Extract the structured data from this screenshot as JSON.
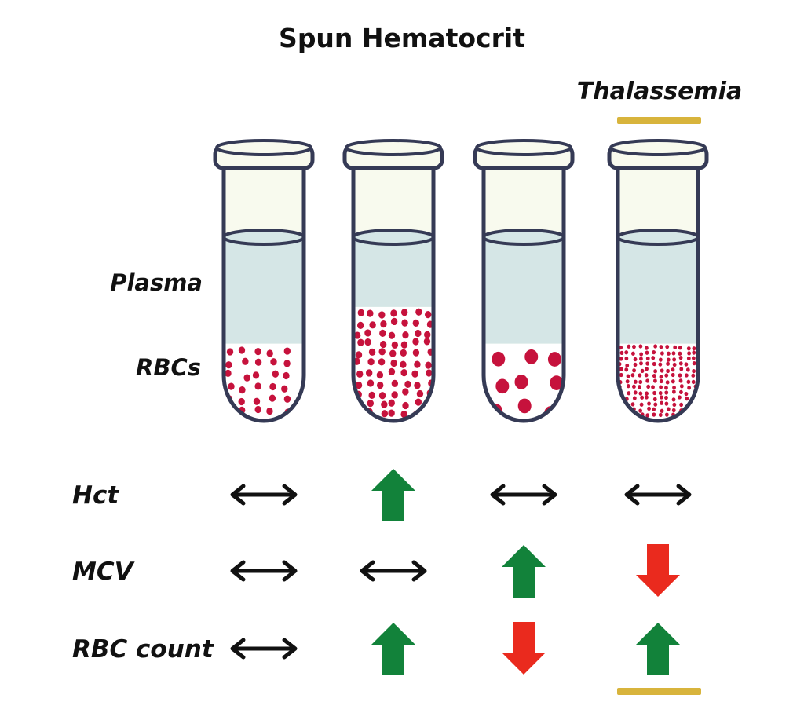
{
  "title": "Spun Hematocrit",
  "highlight_label": "Thalassemia",
  "highlight_color": "#d8b43c",
  "layer_labels": {
    "plasma": "Plasma",
    "rbcs": "RBCs"
  },
  "colors": {
    "tube_outline": "#353a55",
    "tube_empty": "#f8faee",
    "plasma": "#d5e6e6",
    "rbc_dot": "#c6123c",
    "arrow_up": "#12823a",
    "arrow_down": "#ea2a1e",
    "neutral": "#111111"
  },
  "tubes": [
    {
      "id": "normal",
      "rbc_size": "normal",
      "rbc_density": "normal",
      "rbc_column_fraction": 0.42
    },
    {
      "id": "polycythemia",
      "rbc_size": "normal",
      "rbc_density": "high",
      "rbc_column_fraction": 0.62
    },
    {
      "id": "macrocytosis",
      "rbc_size": "large",
      "rbc_density": "low",
      "rbc_column_fraction": 0.42
    },
    {
      "id": "thalassemia",
      "rbc_size": "small",
      "rbc_density": "very-high",
      "rbc_column_fraction": 0.42
    }
  ],
  "rows": [
    {
      "label": "Hct",
      "values": [
        "same",
        "up",
        "same",
        "same"
      ]
    },
    {
      "label": "MCV",
      "values": [
        "same",
        "same",
        "up",
        "down"
      ]
    },
    {
      "label": "RBC count",
      "values": [
        "same",
        "up",
        "down",
        "up"
      ]
    }
  ]
}
